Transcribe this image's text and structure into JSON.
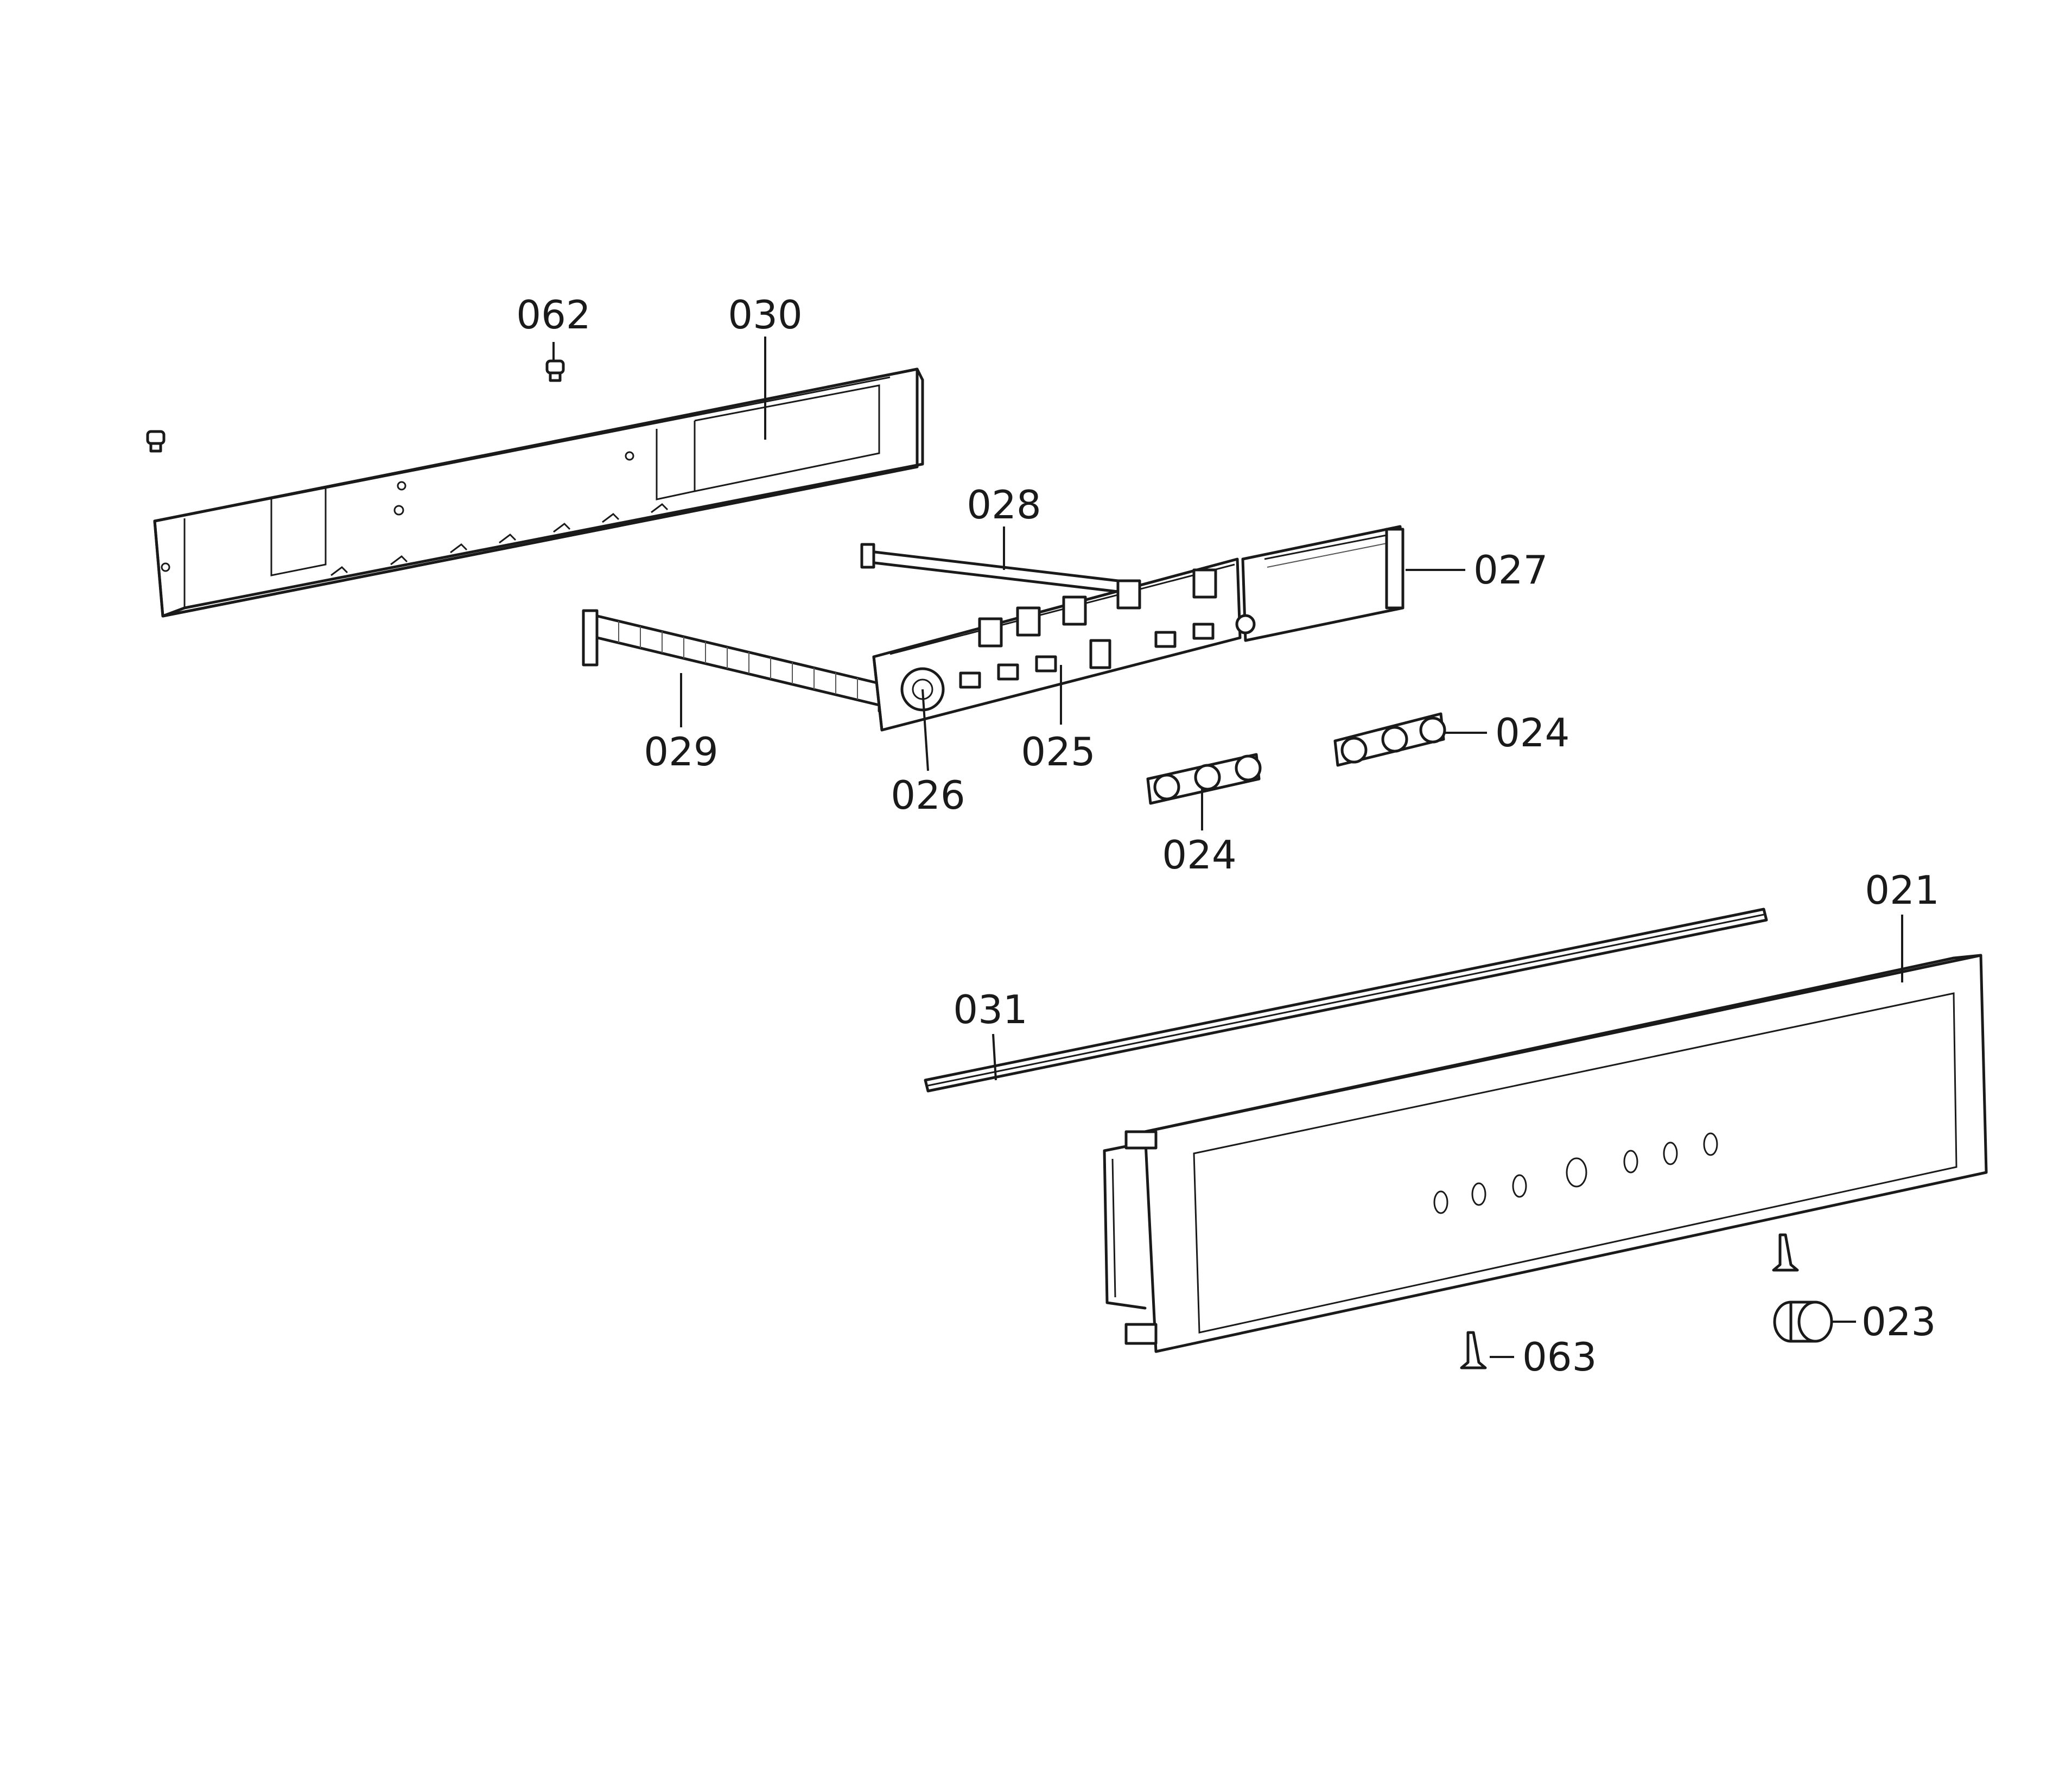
{
  "callouts": {
    "c062": "062",
    "c030": "030",
    "c028": "028",
    "c027": "027",
    "c029": "029",
    "c025": "025",
    "c026": "026",
    "c024a": "024",
    "c024b": "024",
    "c021": "021",
    "c031": "031",
    "c023": "023",
    "c063": "063"
  },
  "colors": {
    "line": "#1a1a1a",
    "background": "#ffffff"
  }
}
